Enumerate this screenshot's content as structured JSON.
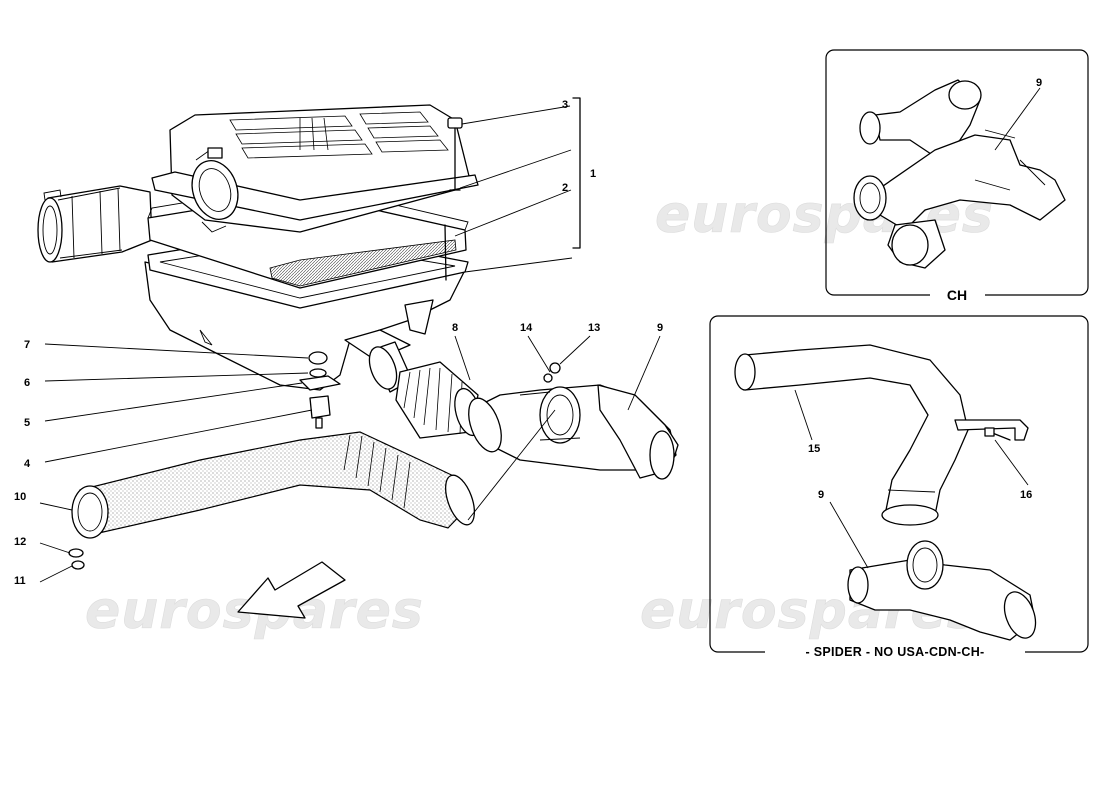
{
  "watermark": "eurospares",
  "callouts": {
    "n1": "1",
    "n2": "2",
    "n3": "3",
    "n4": "4",
    "n5": "5",
    "n6": "6",
    "n7": "7",
    "n8": "8",
    "n9": "9",
    "n10": "10",
    "n11": "11",
    "n12": "12",
    "n13": "13",
    "n14": "14"
  },
  "inset_ch": {
    "label": "CH",
    "part": "9"
  },
  "inset_spider": {
    "label": "- SPIDER - NO USA-CDN-CH-",
    "parts": {
      "p15": "15",
      "p16": "16",
      "p9": "9"
    }
  }
}
